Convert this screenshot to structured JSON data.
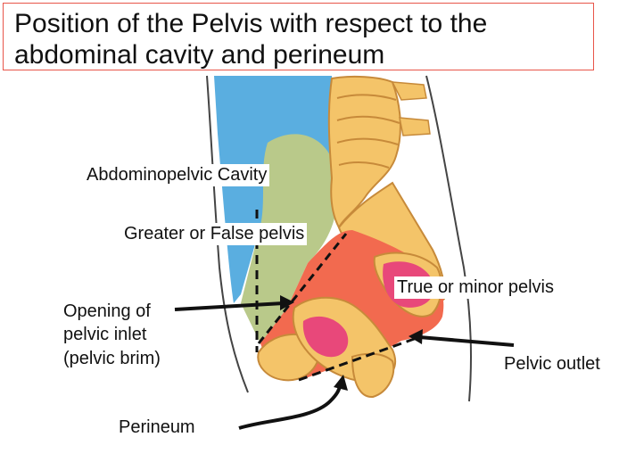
{
  "title": "Position of the Pelvis with respect to the abdominal cavity and perineum",
  "labels": {
    "abdominopelvic_cavity": "Abdominopelvic Cavity",
    "greater_pelvis": "Greater or False pelvis",
    "true_pelvis": "True or minor pelvis",
    "opening_line1": "Opening of",
    "opening_line2": "pelvic inlet",
    "opening_line3": "(pelvic brim)",
    "pelvic_outlet": "Pelvic outlet",
    "perineum": "Perineum"
  },
  "colors": {
    "title_border": "#e8554a",
    "abdominal_cavity": "#5aaee0",
    "greater_pelvis": "#b9c98a",
    "true_pelvis": "#f26a4f",
    "spine_bone": "#f4c469",
    "bone_outline": "#c78a3a",
    "pink_region": "#e8487a",
    "arrows": "#111111"
  }
}
